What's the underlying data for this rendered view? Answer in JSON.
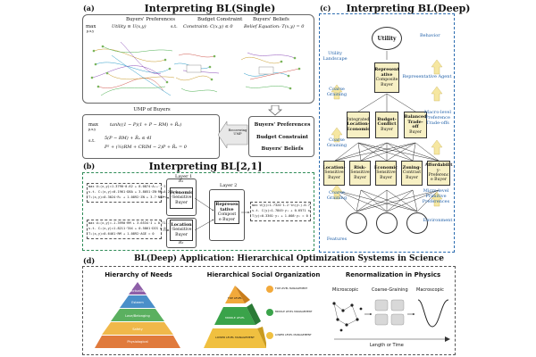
{
  "panel_a": {
    "label": "(a)",
    "title": "Interpreting BL(Single)",
    "col1_title": "Buyers' Preferences",
    "col2_title": "Budget Constraint",
    "col3_title": "Buyers' Beliefs",
    "max_label": "max",
    "max_sub": "p,x,y",
    "utility_eq": "Utility ≡ U(x,y)",
    "st": "s.t.",
    "constraint_eq": "Constraint: C(x,y) ≤ 0",
    "belief_eq": "Belief Equation: T(x,y) = 0",
    "ump_title": "UMP of Buyers",
    "ump_max": "max",
    "ump_max_sub": "p,x,y",
    "ump_obj": "tanh((1 − P)(1 + P − RM) + R̄ₑ)",
    "ump_st": "s.t.",
    "ump_c1": "5(P − RM) + R̄ₑ ≤ 4I",
    "ump_c2": "P² + (⁵⁄₂)RM + CRIM − 2)P + R̄ₑ = 0",
    "recovering": "Recovering UMP",
    "out1": "Buyers' Preferences",
    "out2": "Budget Constraint",
    "out3": "Buyers' Beliefs"
  },
  "panel_b": {
    "label": "(b)",
    "title": "Interpreting BL[2,1]",
    "layer1": "Layer 1",
    "layer2": "Layer 2",
    "r1": "R₁",
    "r2": "R₂",
    "box1_l1": "Economic",
    "box1_l2": "-Sensitive",
    "box1_l3": "Buyer",
    "box2_l1": "Location",
    "box2_l2": "-Sensitive",
    "box2_l3": "Buyer",
    "box3_l1": "Represen",
    "box3_l2": "tative",
    "box3_l3": "Compost",
    "box3_l4": "e Buyer",
    "eq_top1": "max   U₁(x,y)=1.3790·0.62 + 8.0874·A₁₀⁻¹·I",
    "eq_top2": "s.t.  C₁(x,y)=0.1961·D8A + 3.8051·ZN·RM+4.2 ≤ 0",
    "eq_top3": "      T₁(x,y)=0.3024·R₂ + 1.0892·ZN + 3.7·NOX",
    "eq_bot1": "max   U₂(x,y)=-1.3990·RM + 3.6534·I + 0.71...",
    "eq_bot2": "s.t.  C₂(x,y)=1.8211·TAX + 0.5861·DIS ≤ 0",
    "eq_bot3": "      T₂(x,y)=0.6461·RM + 1.0892·AGE = 0",
    "eq_right1": "max   U(y)=1.7324·1.2·ln(y₁)-0.7...",
    "eq_right2": "s.t.  C(y)=1.7845·y₁ + 0.6571 ≤ 0",
    "eq_right3": "      T(y)=0.3361·y₁ + 1.008·y₂ = 0"
  },
  "panel_c": {
    "label": "(c)",
    "title": "Interpreting BL(Deep)",
    "utility": "Utility",
    "behavior": "Behavior",
    "utility_landscape": "Utility Landscape",
    "rep_agent": "Representative Agent",
    "coarse_graining": "Coarse Graining",
    "macro_pref": "Macro-level Preference Trade-offs",
    "micro_pref": "Micro-level Primitive Preferences",
    "environment": "Environment",
    "features": "Features",
    "top_box": [
      "Represent",
      "ative",
      "Composite",
      "Buyer"
    ],
    "mid_boxes": [
      [
        "Integrated",
        "Location-",
        "Economic"
      ],
      [
        "Budget-",
        "Conflict",
        "Buyer"
      ],
      [
        "Balanced",
        "Trade-off",
        "Buyer"
      ]
    ],
    "low_boxes": [
      [
        "Location-",
        "Sensitive",
        "Buyer"
      ],
      [
        "Risk-",
        "Sensitive",
        "Buyer"
      ],
      [
        "Economic",
        "Sensitive",
        "Buyer"
      ],
      [
        "Zoning-",
        "Contrast",
        "Buyer"
      ],
      [
        "Affordabilit",
        "y-Preferenc",
        "e Buyer"
      ]
    ]
  },
  "panel_d": {
    "label": "(d)",
    "title": "BL(Deep) Application: Hierarchical Optimization Systems in Science",
    "sec1": "Hierarchy of Needs",
    "sec2": "Hierarchical Social Organization",
    "sec3": "Renormalization in Physics",
    "needs": [
      "Self-actualization",
      "Esteem",
      "Love/Belonging",
      "Safety",
      "Physiological"
    ],
    "social_levels": [
      "TOP LEVEL MANAGEMENT",
      "MIDDLE LEVEL MANAGEMENT",
      "LOWER LEVEL MANAGEMENT"
    ],
    "pyr_labels": [
      "TOP LEVEL",
      "MIDDLE LEVEL",
      "LOWER LEVEL MANAGEMENT"
    ],
    "microscopic": "Microscopic",
    "coarse": "Coarse-Graining",
    "macroscopic": "Macroscopic",
    "length_time": "Length or Time"
  },
  "colors": {
    "blue_dash": "#2b6cb0",
    "green_dash": "#2e8b57",
    "yellow_box": "#f7f0c4",
    "arrow_yellow": "#f6e7a1"
  }
}
